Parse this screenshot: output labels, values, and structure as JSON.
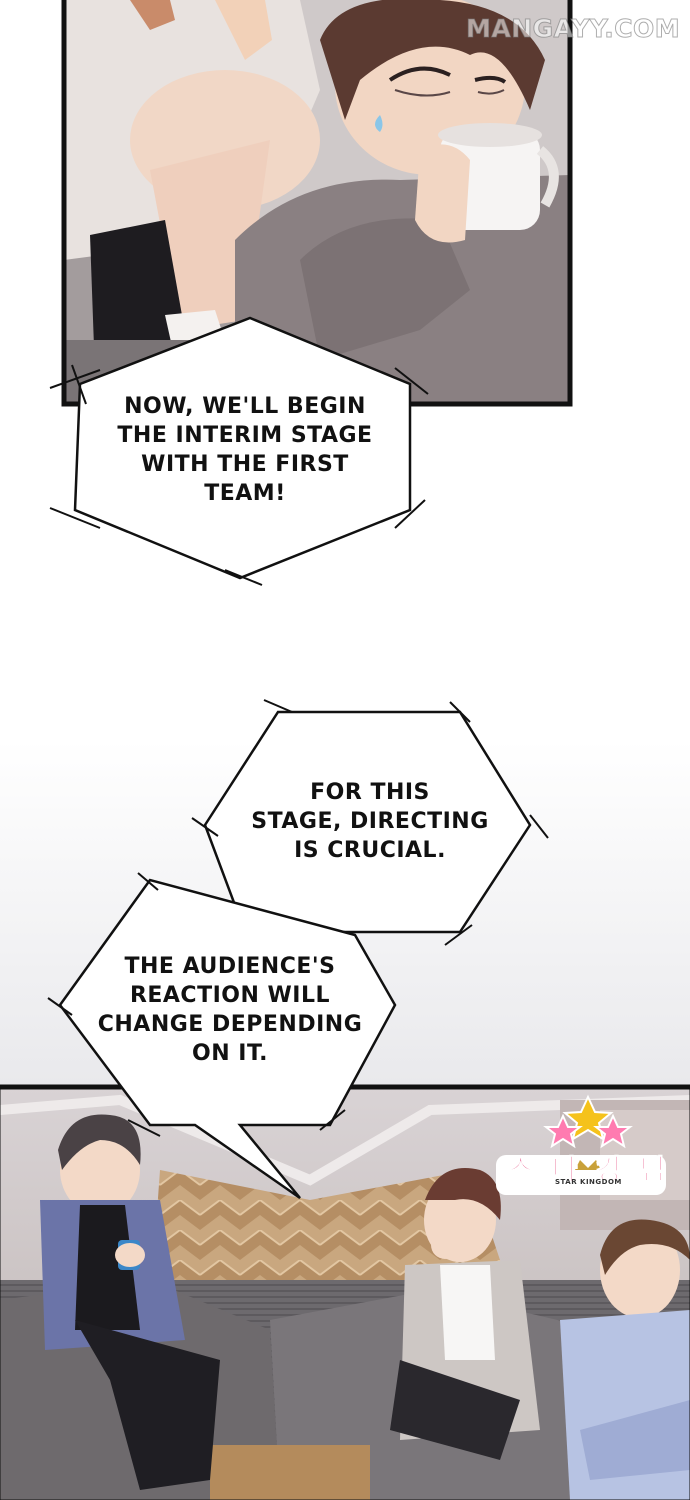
{
  "watermark": "MANGAYY.COM",
  "bubbles": [
    {
      "lines": [
        "NOW, WE'LL BEGIN",
        "THE INTERIM STAGE",
        "WITH THE FIRST",
        "TEAM!"
      ]
    },
    {
      "lines": [
        "FOR THIS",
        "STAGE, DIRECTING",
        "IS CRUCIAL."
      ]
    },
    {
      "lines": [
        "THE AUDIENCE'S",
        "REACTION WILL",
        "CHANGE DEPENDING",
        "ON IT."
      ]
    }
  ],
  "logo": {
    "korean": "스타킹덤",
    "english": "STAR KINGDOM"
  },
  "colors": {
    "panel_border": "#111111",
    "logo_pink": "#e0356f",
    "logo_gold": "#f5c21b"
  }
}
